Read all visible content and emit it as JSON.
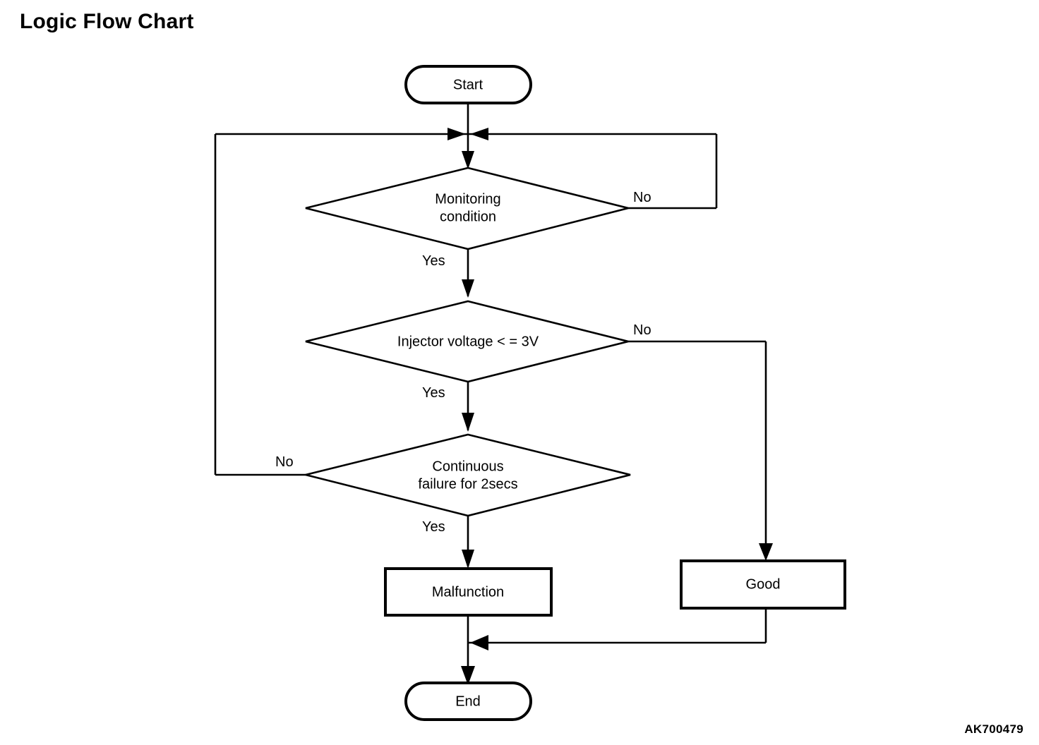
{
  "title": "Logic Flow Chart",
  "figure_code": "AK700479",
  "colors": {
    "background": "#ffffff",
    "stroke": "#000000",
    "text": "#000000"
  },
  "chart_data": {
    "type": "diagram",
    "diagram_kind": "flowchart",
    "title": "Logic Flow Chart",
    "orientation": "top-to-bottom",
    "nodes": [
      {
        "id": "start",
        "shape": "terminator",
        "label": "Start"
      },
      {
        "id": "monitoring",
        "shape": "decision",
        "label": "Monitoring\ncondition",
        "line1": "Monitoring",
        "line2": "condition"
      },
      {
        "id": "injector",
        "shape": "decision",
        "label": "Injector voltage < = 3V",
        "line1": "Injector voltage < = 3V",
        "line2": ""
      },
      {
        "id": "continuous",
        "shape": "decision",
        "label": "Continuous\nfailure for 2secs",
        "line1": "Continuous",
        "line2": "failure for 2secs"
      },
      {
        "id": "malfunction",
        "shape": "process",
        "label": "Malfunction"
      },
      {
        "id": "good",
        "shape": "process",
        "label": "Good"
      },
      {
        "id": "end",
        "shape": "terminator",
        "label": "End"
      }
    ],
    "edges": [
      {
        "from": "start",
        "to": "monitoring",
        "label": ""
      },
      {
        "from": "monitoring",
        "to": "injector",
        "label": "Yes"
      },
      {
        "from": "monitoring",
        "to": "monitoring_loop_junction",
        "label": "No",
        "label_side": "right"
      },
      {
        "from": "injector",
        "to": "continuous",
        "label": "Yes"
      },
      {
        "from": "injector",
        "to": "good",
        "label": "No",
        "label_side": "right"
      },
      {
        "from": "continuous",
        "to": "malfunction",
        "label": "Yes"
      },
      {
        "from": "continuous",
        "to": "monitoring_loop_junction",
        "label": "No",
        "label_side": "left"
      },
      {
        "from": "malfunction",
        "to": "end",
        "label": ""
      },
      {
        "from": "good",
        "to": "end",
        "label": ""
      }
    ],
    "edge_labels": {
      "monitoring_no": "No",
      "monitoring_yes": "Yes",
      "injector_no": "No",
      "injector_yes": "Yes",
      "continuous_no": "No",
      "continuous_yes": "Yes"
    }
  }
}
